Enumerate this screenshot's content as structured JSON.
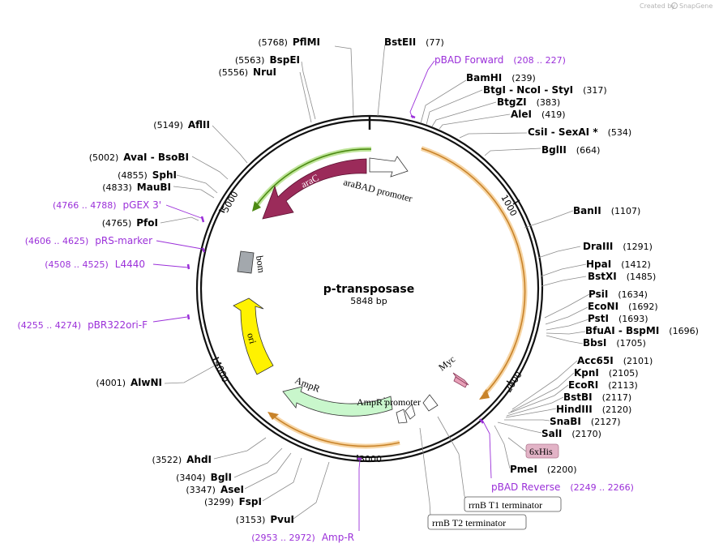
{
  "credit": {
    "text": "Created by",
    "brand": "SnapGene"
  },
  "plasmid": {
    "name": "p-transposase",
    "length_label": "5848 bp"
  },
  "ticks": [
    {
      "label": "1000",
      "angle": 61
    },
    {
      "label": "2000",
      "angle": 123
    },
    {
      "label": "3000",
      "angle": 184
    },
    {
      "label": "4000",
      "angle": 246
    },
    {
      "label": "5000",
      "angle": 307
    }
  ],
  "sites": [
    {
      "name": "PflMI",
      "pos": "(5768)",
      "side": "left"
    },
    {
      "name": "BstEII",
      "pos": "(77)",
      "side": "right"
    },
    {
      "name": "BspEI",
      "pos": "(5563)",
      "side": "left"
    },
    {
      "name": "NruI",
      "pos": "(5556)",
      "side": "left"
    },
    {
      "name": "BamHI",
      "pos": "(239)",
      "side": "right"
    },
    {
      "name": "BtgI  -  NcoI  -  StyI",
      "pos": "(317)",
      "side": "right"
    },
    {
      "name": "BtgZI",
      "pos": "(383)",
      "side": "right"
    },
    {
      "name": "AleI",
      "pos": "(419)",
      "side": "right"
    },
    {
      "name": "CsiI  -  SexAI *",
      "pos": "(534)",
      "side": "right"
    },
    {
      "name": "BglII",
      "pos": "(664)",
      "side": "right"
    },
    {
      "name": "AflII",
      "pos": "(5149)",
      "side": "left"
    },
    {
      "name": "AvaI  -  BsoBI",
      "pos": "(5002)",
      "side": "left"
    },
    {
      "name": "SphI",
      "pos": "(4855)",
      "side": "left"
    },
    {
      "name": "MauBI",
      "pos": "(4833)",
      "side": "left"
    },
    {
      "name": "PfoI",
      "pos": "(4765)",
      "side": "left"
    },
    {
      "name": "BanII",
      "pos": "(1107)",
      "side": "right"
    },
    {
      "name": "DraIII",
      "pos": "(1291)",
      "side": "right"
    },
    {
      "name": "HpaI",
      "pos": "(1412)",
      "side": "right"
    },
    {
      "name": "BstXI",
      "pos": "(1485)",
      "side": "right"
    },
    {
      "name": "PsiI",
      "pos": "(1634)",
      "side": "right"
    },
    {
      "name": "EcoNI",
      "pos": "(1692)",
      "side": "right"
    },
    {
      "name": "PstI",
      "pos": "(1693)",
      "side": "right"
    },
    {
      "name": "BfuAI  -  BspMI",
      "pos": "(1696)",
      "side": "right"
    },
    {
      "name": "BbsI",
      "pos": "(1705)",
      "side": "right"
    },
    {
      "name": "AlwNI",
      "pos": "(4001)",
      "side": "left"
    },
    {
      "name": "Acc65I",
      "pos": "(2101)",
      "side": "right"
    },
    {
      "name": "KpnI",
      "pos": "(2105)",
      "side": "right"
    },
    {
      "name": "EcoRI",
      "pos": "(2113)",
      "side": "right"
    },
    {
      "name": "BstBI",
      "pos": "(2117)",
      "side": "right"
    },
    {
      "name": "HindIII",
      "pos": "(2120)",
      "side": "right"
    },
    {
      "name": "SnaBI",
      "pos": "(2127)",
      "side": "right"
    },
    {
      "name": "SalI",
      "pos": "(2170)",
      "side": "right"
    },
    {
      "name": "PmeI",
      "pos": "(2200)",
      "side": "right"
    },
    {
      "name": "AhdI",
      "pos": "(3522)",
      "side": "left"
    },
    {
      "name": "BglI",
      "pos": "(3404)",
      "side": "left"
    },
    {
      "name": "AseI",
      "pos": "(3347)",
      "side": "left"
    },
    {
      "name": "FspI",
      "pos": "(3299)",
      "side": "left"
    },
    {
      "name": "PvuI",
      "pos": "(3153)",
      "side": "left"
    }
  ],
  "primers": [
    {
      "name": "pBAD Forward",
      "range": "(208 .. 227)",
      "side": "right"
    },
    {
      "name": "pGEX 3'",
      "range": "(4766 .. 4788)",
      "side": "left"
    },
    {
      "name": "pRS-marker",
      "range": "(4606 .. 4625)",
      "side": "left"
    },
    {
      "name": "L4440",
      "range": "(4508 .. 4525)",
      "side": "left"
    },
    {
      "name": "pBR322ori-F",
      "range": "(4255 .. 4274)",
      "side": "left"
    },
    {
      "name": "pBAD Reverse",
      "range": "(2249 .. 2266)",
      "side": "right"
    },
    {
      "name": "Amp-R",
      "range": "(2953 .. 2972)",
      "side": "left"
    }
  ],
  "features": [
    {
      "name": "araC",
      "color": "#9b2b5a",
      "text_color": "#ffffff"
    },
    {
      "name": "araBAD promoter",
      "color": "#ffffff"
    },
    {
      "name": "bom",
      "color": "#a3a8ad"
    },
    {
      "name": "ori",
      "color": "#fff200"
    },
    {
      "name": "AmpR",
      "color": "#c9f7cc"
    },
    {
      "name": "AmpR promoter",
      "color": "#ffffff"
    },
    {
      "name": "Myc",
      "color": "#e8a0b8"
    }
  ],
  "boxed_labels": [
    {
      "name": "6xHis",
      "fill": "#e2b3c6"
    },
    {
      "name": "rrnB T1 terminator",
      "fill": "#ffffff"
    },
    {
      "name": "rrnB T2 terminator",
      "fill": "#ffffff"
    }
  ],
  "colors": {
    "primer": "#9b30d9",
    "orf_arc": "#c8832a",
    "orf_glow": "#f7d6a6",
    "backbone": "#111111",
    "site_leader": "#8c8c8c"
  }
}
